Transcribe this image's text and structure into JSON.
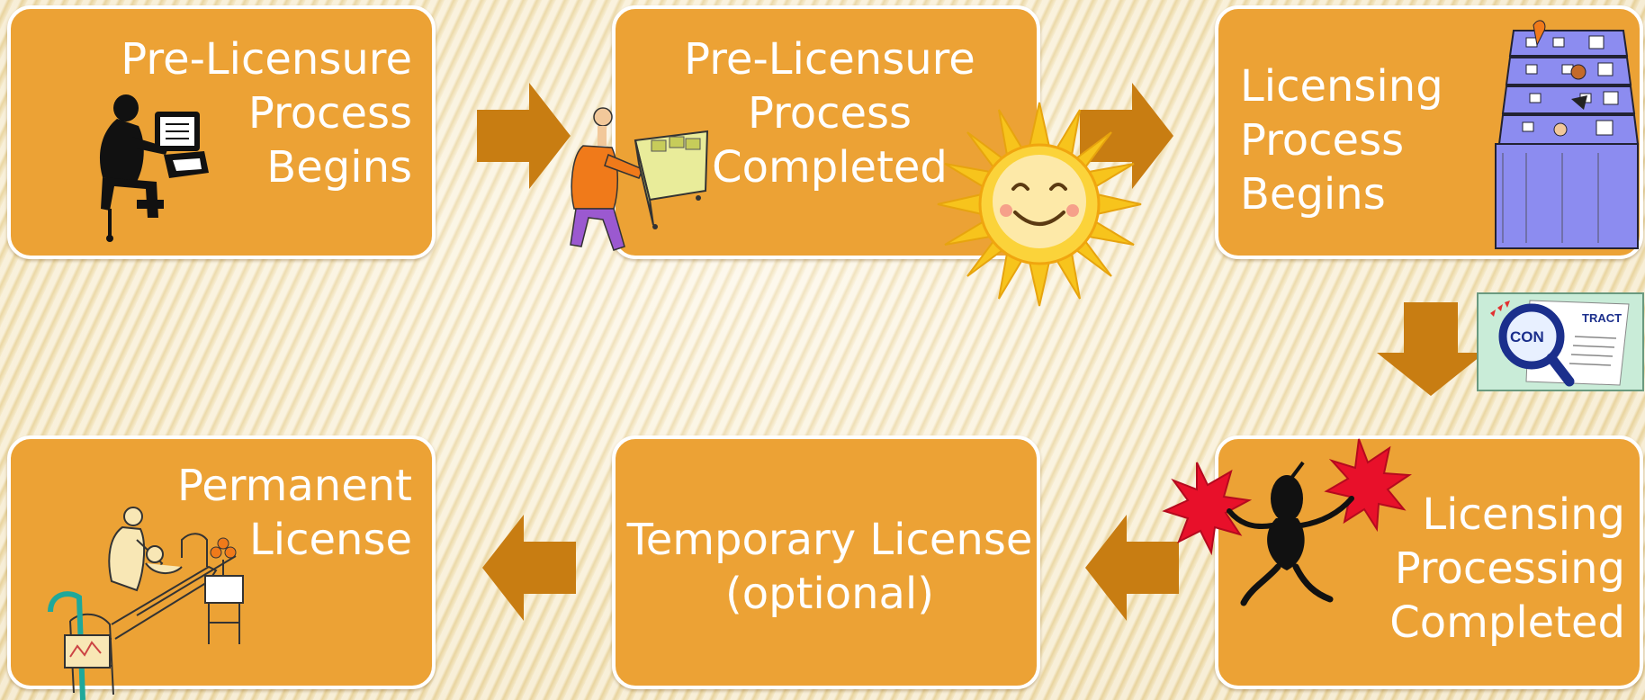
{
  "colors": {
    "box_fill": "#eca235",
    "box_border": "#ffffff",
    "arrow": "#c87d12",
    "text": "#ffffff"
  },
  "steps": [
    {
      "label": "Pre-Licensure\nProcess\nBegins",
      "icon": "person-at-computer-icon"
    },
    {
      "label": "Pre-Licensure\nProcess\nCompleted",
      "icon": "person-filing-icon"
    },
    {
      "label": "Licensing\nProcess\nBegins",
      "icon": "filing-cabinet-icon"
    },
    {
      "label": "Licensing\nProcessing\nCompleted",
      "icon": "celebrating-figure-icon"
    },
    {
      "label": "Temporary License\n(optional)",
      "icon": ""
    },
    {
      "label": "Permanent\nLicense",
      "icon": "doctor-patient-bed-icon"
    }
  ],
  "decor": {
    "sun": "smiling-sun-icon",
    "contract": "contract-magnifier-icon",
    "contract_text": {
      "left": "CON",
      "right": "TRACT"
    }
  }
}
